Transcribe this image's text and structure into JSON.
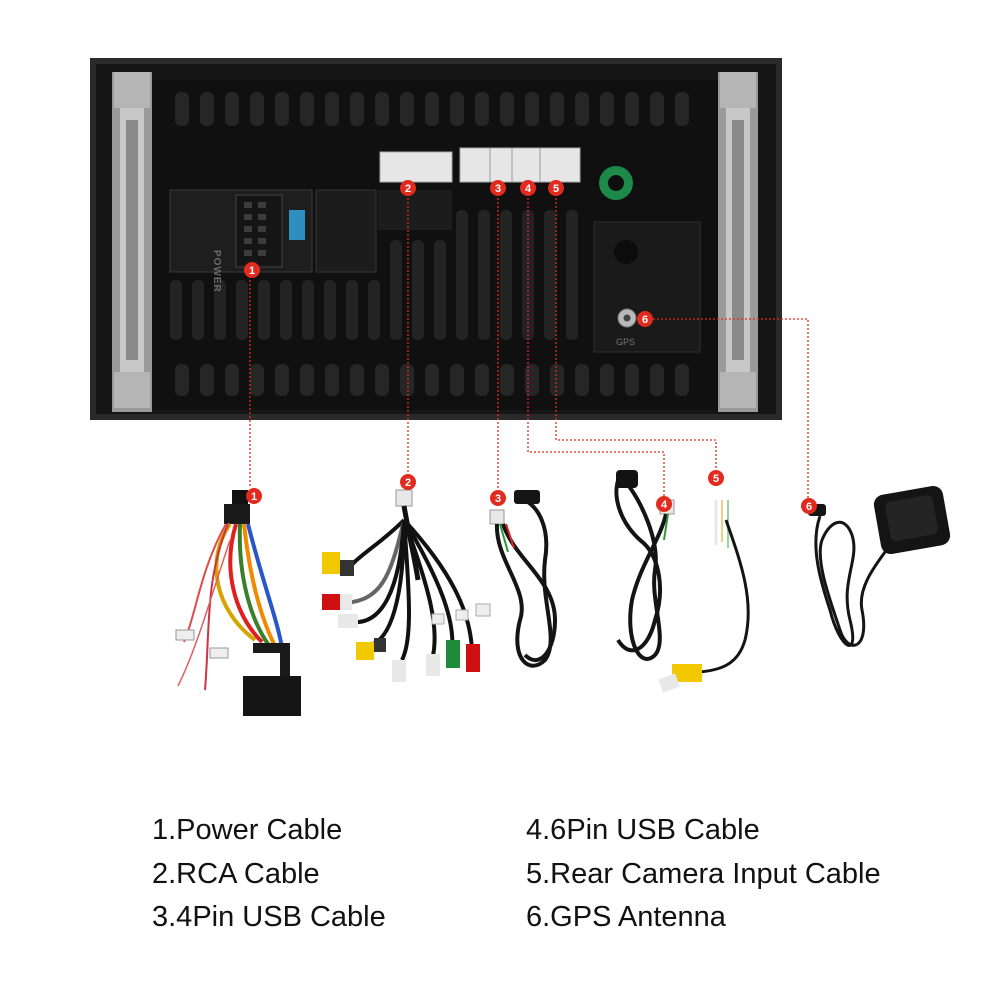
{
  "badges": [
    "1",
    "2",
    "3",
    "4",
    "5",
    "6"
  ],
  "device": {
    "power_label": "POWER",
    "gps_label": "GPS"
  },
  "legend": {
    "item1": "1.Power Cable",
    "item2": "2.RCA Cable",
    "item3": "3.4Pin USB Cable",
    "item4": "4.6Pin USB Cable",
    "item5": "5.Rear Camera Input Cable",
    "item6": "6.GPS Antenna"
  },
  "colors": {
    "badge": "#e32a1f",
    "leader": "#e32a1f",
    "device": "#1b1b1b"
  }
}
